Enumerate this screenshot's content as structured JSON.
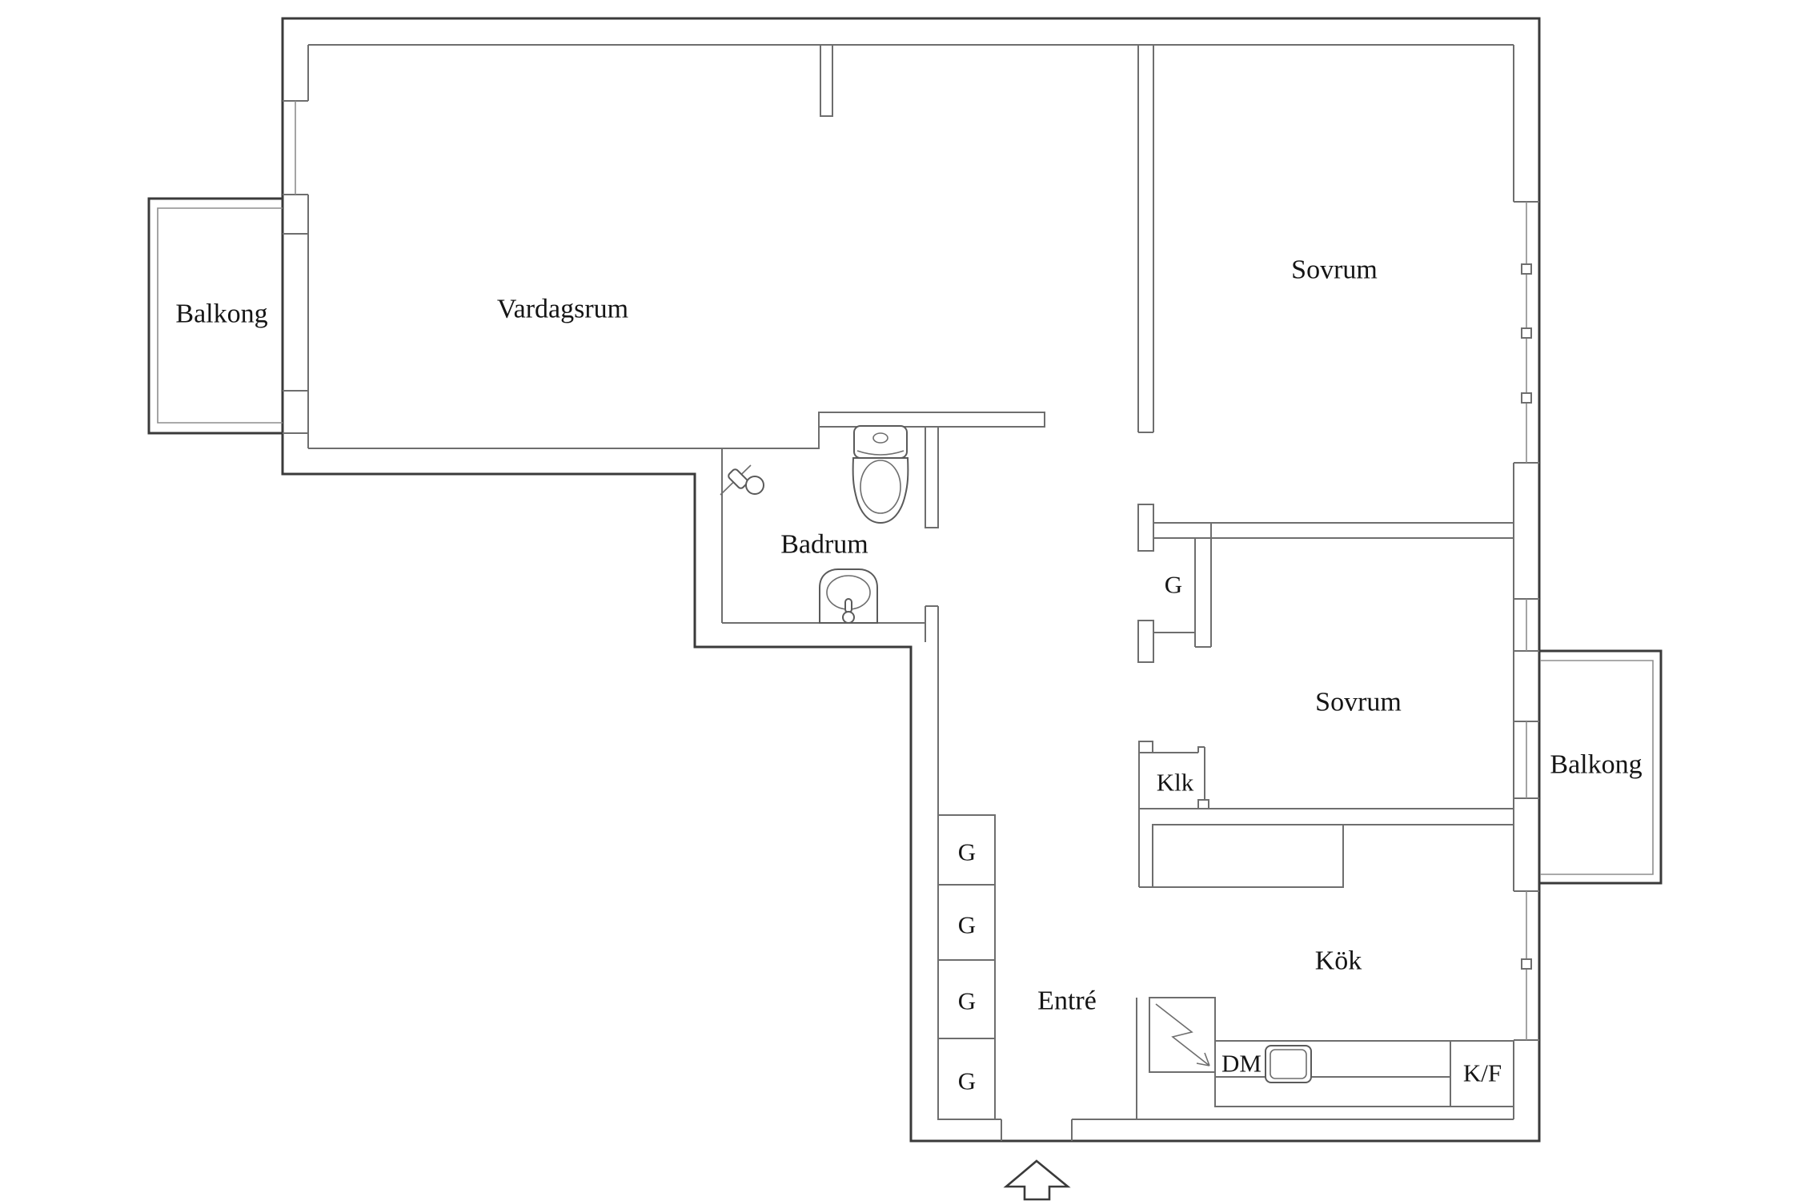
{
  "meta": {
    "type": "floor-plan",
    "background": "#ffffff",
    "outer_wall_color": "#3a3a3a",
    "inner_wall_color": "#6e6e6e",
    "text_color": "#151515"
  },
  "rooms": {
    "vardagsrum": {
      "label": "Vardagsrum"
    },
    "balkong_left": {
      "label": "Balkong"
    },
    "sovrum_top": {
      "label": "Sovrum"
    },
    "badrum": {
      "label": "Badrum"
    },
    "garderob_hall": {
      "label": "G"
    },
    "sovrum_mid": {
      "label": "Sovrum"
    },
    "balkong_right": {
      "label": "Balkong"
    },
    "klk": {
      "label": "Klk"
    },
    "kok": {
      "label": "Kök"
    },
    "entre": {
      "label": "Entré"
    }
  },
  "wardrobes": {
    "items": [
      {
        "label": "G"
      },
      {
        "label": "G"
      },
      {
        "label": "G"
      },
      {
        "label": "G"
      }
    ]
  },
  "appliances": {
    "dm": {
      "label": "DM"
    },
    "kf": {
      "label": "K/F"
    }
  },
  "icons": {
    "toilet": "toilet-icon",
    "bath_sink": "sink-icon",
    "shower": "shower-icon",
    "kitchen_sink": "kitchen-sink-icon",
    "electrical_panel": "lightning-icon",
    "entrance": "entrance-arrow-icon"
  }
}
